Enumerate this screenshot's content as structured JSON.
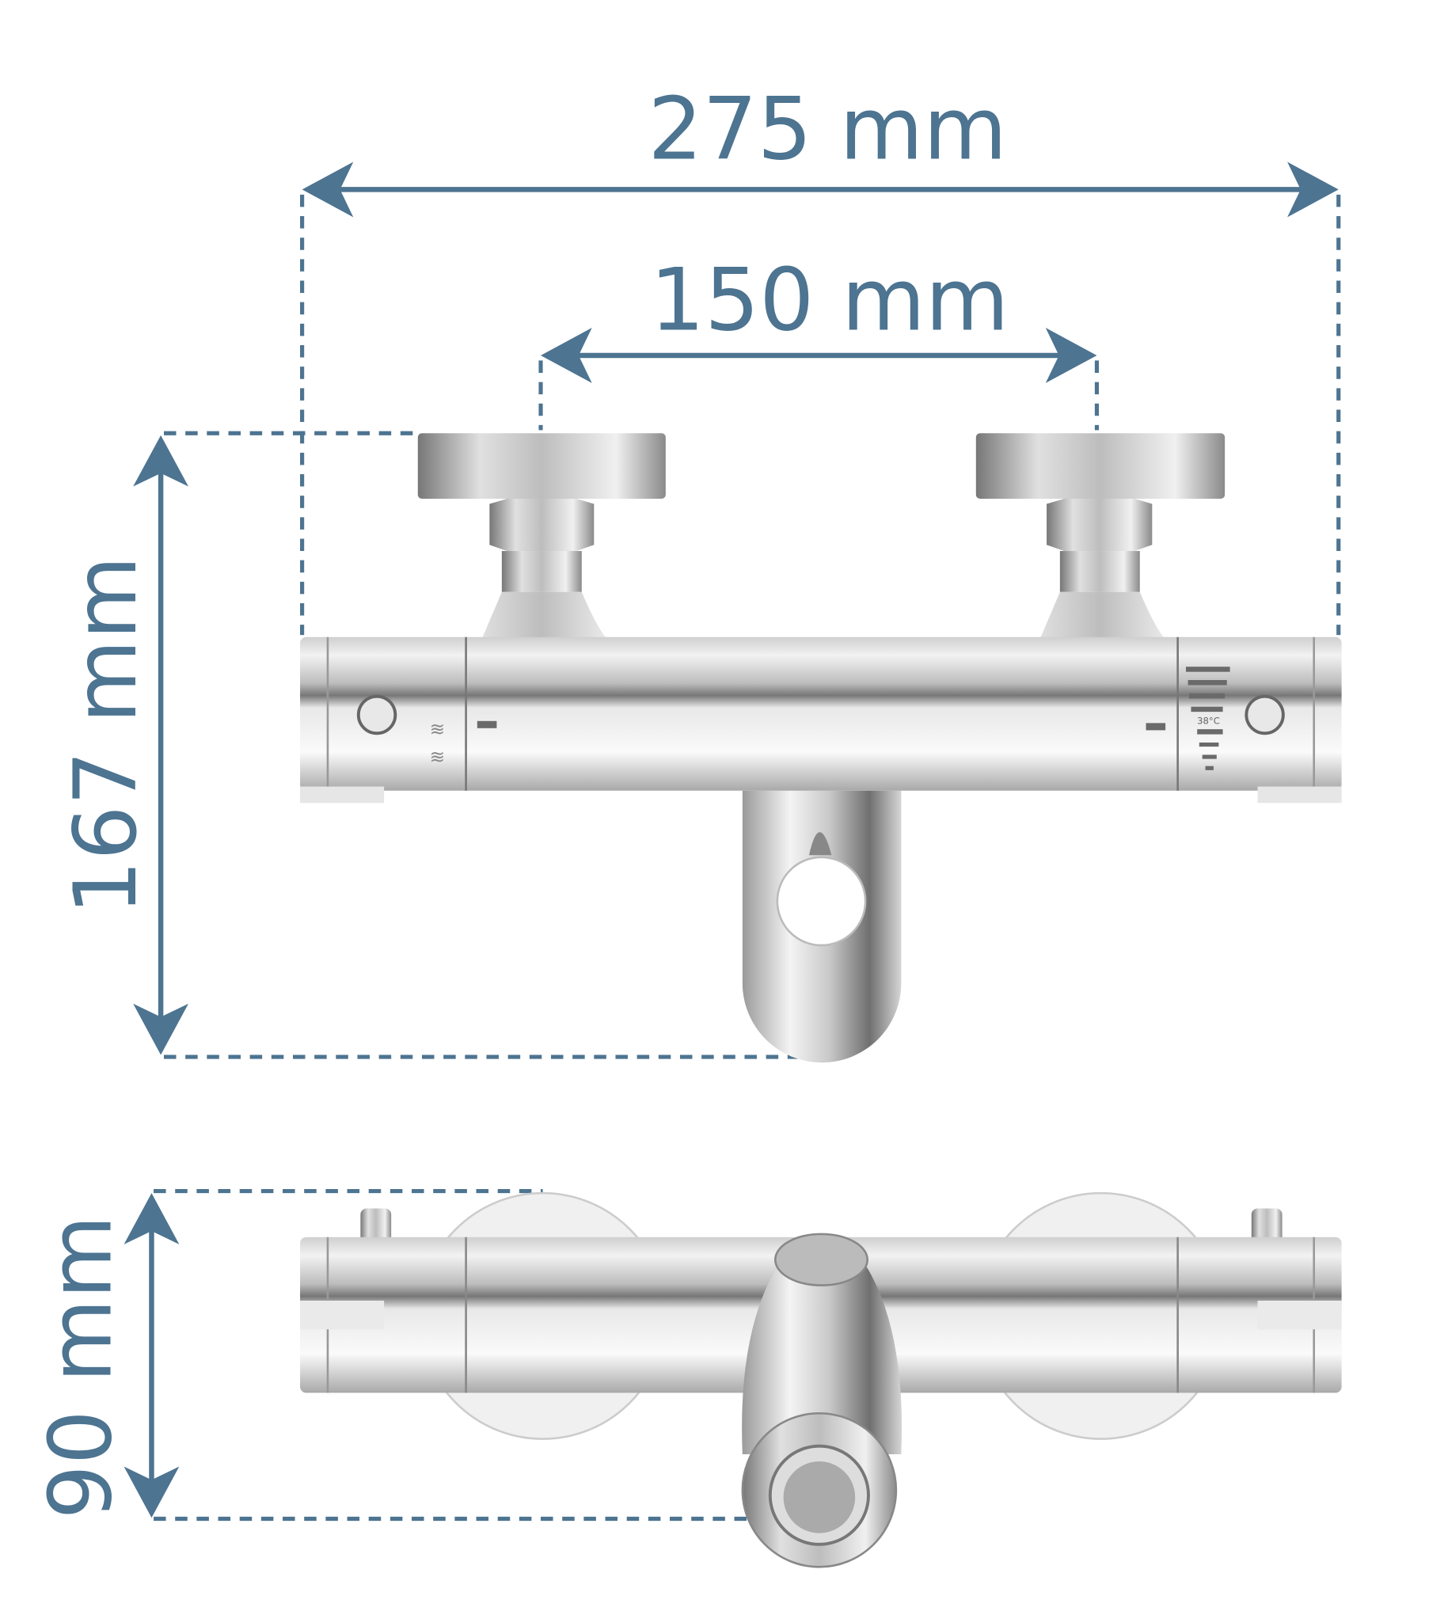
{
  "dimensions": {
    "overall_width": "275 mm",
    "inlet_spacing": "150 mm",
    "height": "167 mm",
    "depth": "90 mm"
  },
  "thermostat_label": "38°C",
  "colors": {
    "dimension": "#4d7491",
    "chrome_dark": "#8a8a8a",
    "chrome_light": "#f4f4f4"
  }
}
